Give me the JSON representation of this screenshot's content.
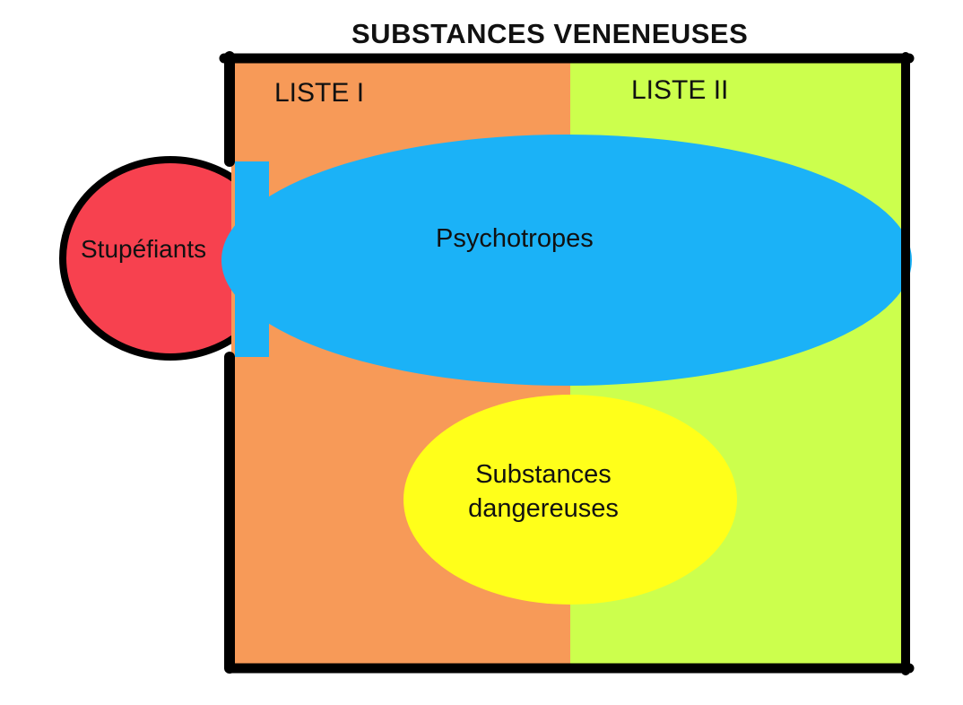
{
  "title": "SUBSTANCES VENENEUSES",
  "regions": {
    "liste_1": {
      "label": "LISTE I",
      "color": "#F79A58"
    },
    "liste_2": {
      "label": "LISTE II",
      "color": "#CCFF4D"
    }
  },
  "groups": {
    "stupefiants": {
      "label": "Stupéfiants",
      "color": "#F7414F"
    },
    "psychotropes": {
      "label": "Psychotropes",
      "color": "#1BB2F7"
    },
    "substances_dangereuses": {
      "label_line1": "Substances",
      "label_line2": "dangereuses",
      "color": "#FFFF1A"
    }
  },
  "colors": {
    "border": "#000000",
    "text": "#111111",
    "background": "#FFFFFF"
  }
}
